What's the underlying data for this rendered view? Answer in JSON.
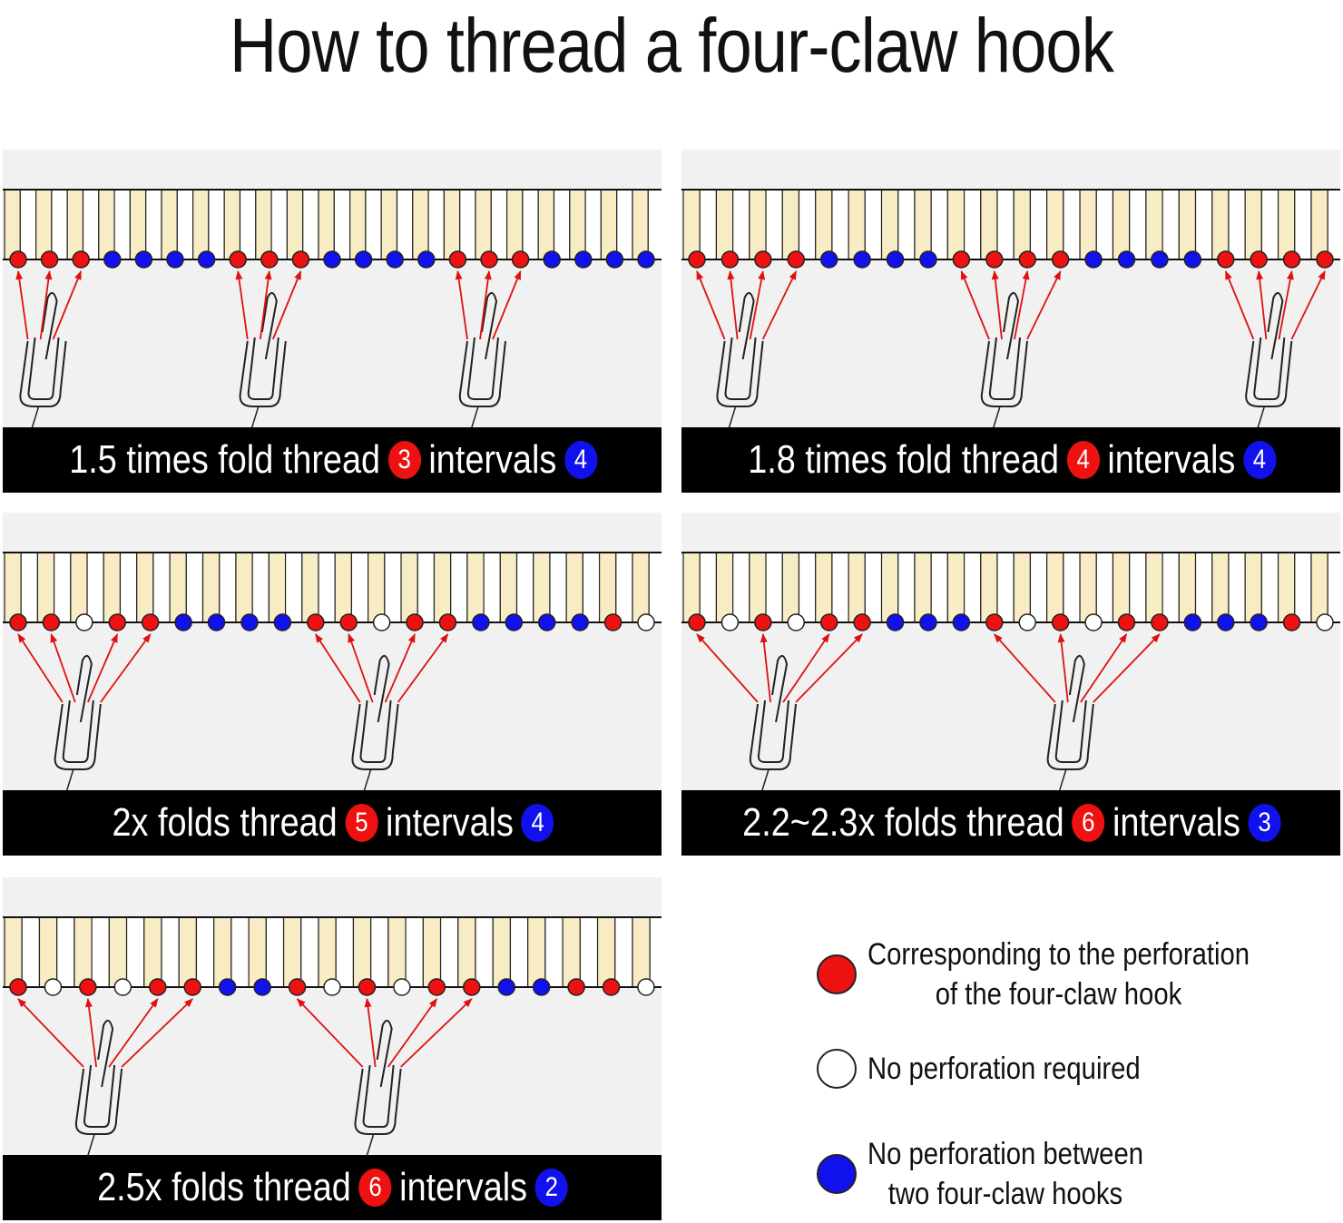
{
  "title": "How to thread a four-claw hook",
  "colors": {
    "red": "#ee1111",
    "blue": "#1111ee",
    "white": "#ffffff",
    "stripe": "#f8ecc4",
    "panel_bg": "#f1f1f1",
    "caption_bg": "#000000",
    "arrow": "#e01010"
  },
  "panels": [
    {
      "caption": {
        "text1": "1.5 times fold thread",
        "n1": "3",
        "text2": "intervals",
        "n2": "4"
      },
      "dots": "RRRBBBBRRRBBBBRRRBBBB",
      "hooks": [
        {
          "targets": [
            0,
            1,
            2
          ]
        },
        {
          "targets": [
            7,
            8,
            9
          ]
        },
        {
          "targets": [
            14,
            15,
            16
          ]
        }
      ]
    },
    {
      "caption": {
        "text1": "1.8 times fold thread",
        "n1": "4",
        "text2": "intervals",
        "n2": "4"
      },
      "dots": "RRRRBBBBRRRRBBBBRRRR",
      "hooks": [
        {
          "targets": [
            0,
            1,
            2,
            3
          ]
        },
        {
          "targets": [
            8,
            9,
            10,
            11
          ]
        },
        {
          "targets": [
            16,
            17,
            18,
            19
          ]
        }
      ]
    },
    {
      "caption": {
        "text1": "2x folds thread",
        "n1": "5",
        "text2": "intervals",
        "n2": "4"
      },
      "dots": "RRWRRBBBBRRWRRBBBBRW",
      "hooks": [
        {
          "targets": [
            0,
            1,
            3,
            4
          ]
        },
        {
          "targets": [
            9,
            10,
            12,
            13
          ]
        }
      ]
    },
    {
      "caption": {
        "text1": "2.2~2.3x folds thread",
        "n1": "6",
        "text2": "intervals",
        "n2": "3"
      },
      "dots": "RWRWRRBBBRWRWRRBBBRW",
      "hooks": [
        {
          "targets": [
            0,
            2,
            4,
            5
          ]
        },
        {
          "targets": [
            9,
            11,
            13,
            14
          ]
        }
      ]
    },
    {
      "caption": {
        "text1": "2.5x folds thread",
        "n1": "6",
        "text2": "intervals",
        "n2": "2"
      },
      "dots": "RWRWRRBBRWRWRRBBRRW",
      "hooks": [
        {
          "targets": [
            0,
            2,
            4,
            5
          ]
        },
        {
          "targets": [
            8,
            10,
            12,
            13
          ]
        }
      ]
    }
  ],
  "legend": [
    {
      "color": "red",
      "text": "Corresponding to the perforation\nof the four-claw hook"
    },
    {
      "color": "white",
      "text": "No perforation required"
    },
    {
      "color": "blue",
      "text": "No perforation between\ntwo four-claw hooks"
    }
  ]
}
